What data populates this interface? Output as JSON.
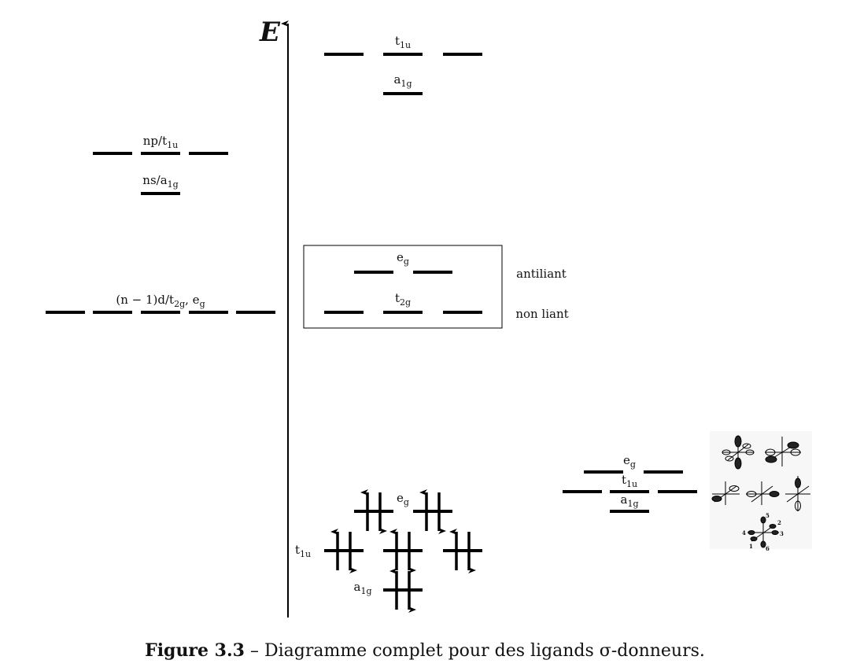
{
  "axis_label": "E",
  "ligand_orbitals_top": {
    "t1u": {
      "base": "t",
      "sub": "1u"
    },
    "a1g": {
      "base": "a",
      "sub": "1g"
    }
  },
  "metal": {
    "np": {
      "base": "np/t",
      "sub": "1u"
    },
    "ns": {
      "base": "ns/a",
      "sub": "1g"
    },
    "nd": {
      "pre": "(n − 1)d/t",
      "sub1": "2g",
      "mid": ", e",
      "sub2": "g"
    }
  },
  "box": {
    "eg": {
      "base": "e",
      "sub": "g"
    },
    "t2g": {
      "base": "t",
      "sub": "2g"
    },
    "antibonding_label": "antiliant",
    "nonbonding_label": "non liant"
  },
  "filled": {
    "eg": {
      "base": "e",
      "sub": "g"
    },
    "t1u": {
      "base": "t",
      "sub": "1u"
    },
    "a1g": {
      "base": "a",
      "sub": "1g"
    }
  },
  "ligand_set": {
    "eg": {
      "base": "e",
      "sub": "g"
    },
    "t1u": {
      "base": "t",
      "sub": "1u"
    },
    "a1g": {
      "base": "a",
      "sub": "1g"
    }
  },
  "orbital_picture_numbers": [
    "1",
    "2",
    "3",
    "4",
    "5",
    "6"
  ],
  "caption": {
    "label": "Figure 3.3",
    "text": " – Diagramme complet pour des ligands σ-donneurs."
  }
}
